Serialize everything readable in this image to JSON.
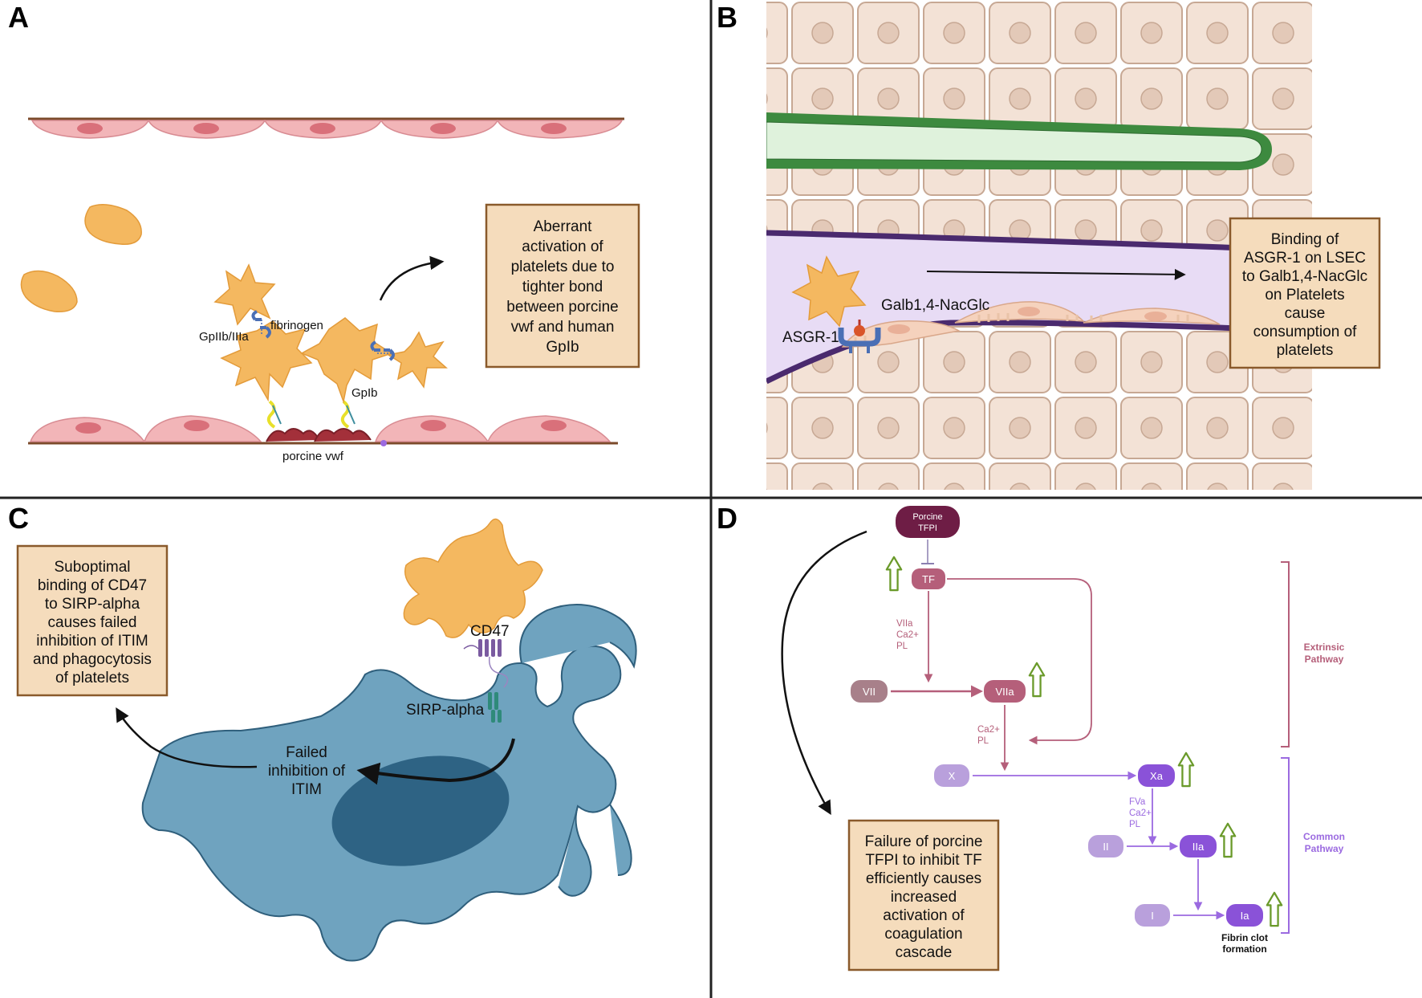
{
  "panels": {
    "a": {
      "letter": "A",
      "labels": {
        "gpiib": "GpIIb/IIIa",
        "fibrinogen": "fibrinogen",
        "gpib": "GpIb",
        "vwf": "porcine vwf"
      },
      "box_lines": [
        "Aberrant",
        "activation of",
        "platelets due to",
        "tighter bond",
        "between porcine",
        "vwf and human",
        "GpIb"
      ]
    },
    "b": {
      "letter": "B",
      "labels": {
        "galb": "Galb1,4-NacGlc",
        "asgr": "ASGR-1"
      },
      "box_lines": [
        "Binding of",
        "ASGR-1 on LSEC",
        "to Galb1,4-NacGlc",
        "on Platelets",
        "cause",
        "consumption of",
        "platelets"
      ]
    },
    "c": {
      "letter": "C",
      "labels": {
        "cd47": "CD47",
        "sirp": "SIRP-alpha",
        "failed_lines": [
          "Failed",
          "inhibition of",
          "ITIM"
        ]
      },
      "box_lines": [
        "Suboptimal",
        "binding of CD47",
        "to SIRP-alpha",
        "causes failed",
        "inhibition of ITIM",
        "and phagocytosis",
        "of platelets"
      ]
    },
    "d": {
      "letter": "D",
      "nodes": {
        "tfpi_lines": [
          "Porcine",
          "TFPI"
        ],
        "tf": "TF",
        "vii": "VII",
        "viia": "VIIa",
        "x": "X",
        "xa": "Xa",
        "ii": "II",
        "iia": "IIa",
        "i": "I",
        "ia": "Ia"
      },
      "cofactors": {
        "c1": [
          "VIIa",
          "Ca2+",
          "PL"
        ],
        "c2": [
          "Ca2+",
          "PL"
        ],
        "c3": [
          "FVa",
          "Ca2+",
          "PL"
        ]
      },
      "pathways": {
        "extrinsic_lines": [
          "Extrinsic",
          "Pathway"
        ],
        "common_lines": [
          "Common",
          "Pathway"
        ]
      },
      "fibrin_lines": [
        "Fibrin clot",
        "formation"
      ],
      "box_lines": [
        "Failure of porcine",
        "TFPI to inhibit TF",
        "efficiently causes",
        "increased",
        "activation of",
        "coagulation",
        "cascade"
      ]
    }
  },
  "colors": {
    "box_fill": "#f5dcbc",
    "box_border": "#8a5a2b",
    "platelet": "#f4b860",
    "endothelium": "#f2b5b8",
    "vessel_wall": "#7b4a2a",
    "hepatocyte": "#f3e2d6",
    "bile_duct": "#3d8a3f",
    "sinusoid": "#e8dcf5",
    "macrophage": "#6fa3bf",
    "extrinsic": "#b55f7a",
    "common": "#9b6ae0",
    "tfpi": "#6e1d45",
    "up_arrow": "#6a9a2a"
  }
}
